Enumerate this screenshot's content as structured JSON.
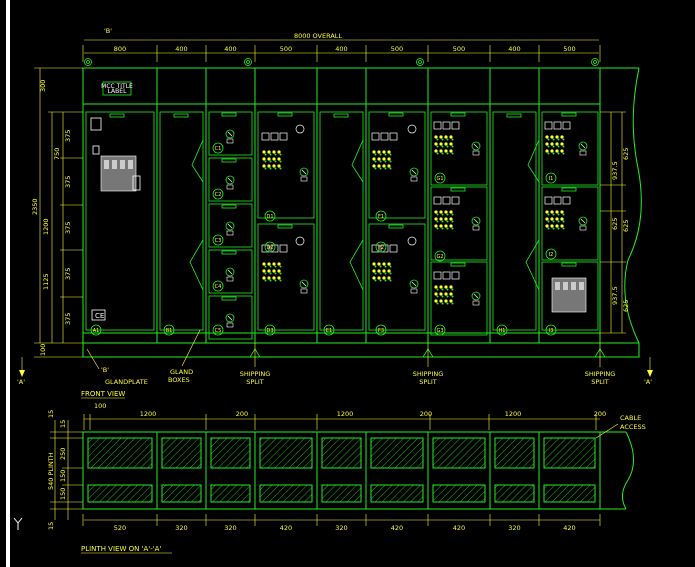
{
  "front": {
    "overall": "8000 OVERALL",
    "widths": [
      "800",
      "400",
      "400",
      "500",
      "400",
      "500",
      "500",
      "400",
      "500"
    ],
    "heights_left": [
      "2350",
      "1200",
      "1125",
      "750",
      "375",
      "375",
      "375",
      "375",
      "375",
      "100"
    ],
    "heights_right": [
      "625",
      "937.5",
      "625",
      "625",
      "625",
      "937.5",
      "625"
    ],
    "left_top": "300",
    "section_b": "'B'",
    "section_b2": "'B'",
    "section_a_left": "'A'",
    "section_a_right": "'A'",
    "gland_plate": "GLANDPLATE",
    "gland_boxes": [
      "GLAND",
      "BOXES"
    ],
    "shipping_split": [
      "SHIPPING",
      "SPLIT"
    ],
    "title": "FRONT VIEW",
    "label_box": [
      "MCC TITLE",
      "LABEL"
    ],
    "panel_ids": [
      "A1",
      "B1",
      "C1",
      "C2",
      "C3",
      "C4",
      "C5",
      "D1",
      "D2",
      "D3",
      "E1",
      "F1",
      "F2",
      "F3",
      "G1",
      "G2",
      "G3",
      "H1",
      "I1",
      "I2",
      "I3"
    ]
  },
  "plinth": {
    "title": "PLINTH VIEW ON 'A'-'A'",
    "top_dims": [
      "100",
      "1200",
      "200",
      "1200",
      "200",
      "1200",
      "200"
    ],
    "left_dims": [
      "15",
      "15",
      "250",
      "540 PLINTH",
      "150",
      "150",
      "15"
    ],
    "bottom_dims": [
      "520",
      "320",
      "320",
      "420",
      "320",
      "420",
      "420",
      "320",
      "420"
    ],
    "cable_access": [
      "CABLE",
      "ACCESS"
    ]
  }
}
